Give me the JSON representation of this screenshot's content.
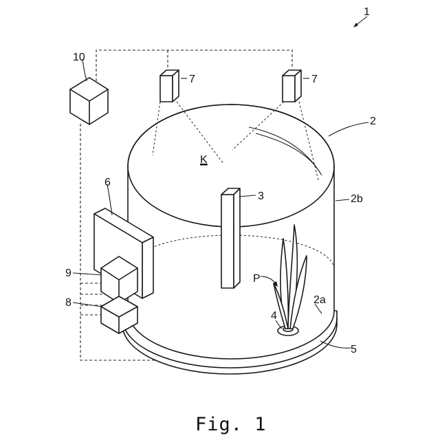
{
  "labels": {
    "device": "1",
    "tank": "2",
    "tank_bottom": "2a",
    "tank_wall": "2b",
    "column": "3",
    "holder": "4",
    "base_ring": "5",
    "panel": "6",
    "camera": "7",
    "box_lower": "8",
    "box_upper": "9",
    "controller": "10",
    "space": "K",
    "plant": "P"
  },
  "caption": "Fig. 1"
}
